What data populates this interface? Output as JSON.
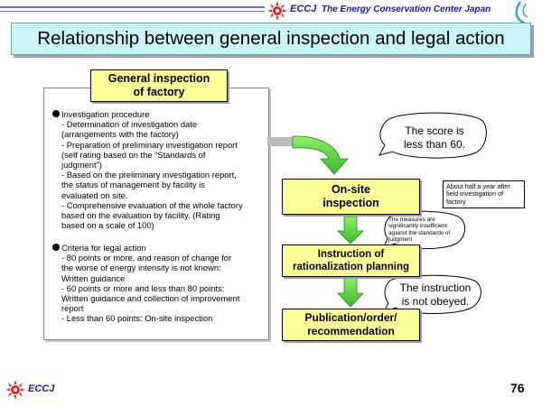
{
  "header": {
    "brand": "ECCJ",
    "organization": "The Energy Conservation Center Japan"
  },
  "title": "Relationship between general inspection and legal action",
  "general_box": {
    "line1": "General inspection",
    "line2": "of factory"
  },
  "procedure": {
    "heading": "Investigation procedure",
    "lines": [
      "- Determination of investigation date",
      "(arrangements with the factory)",
      "- Preparation of preliminary investigation report",
      "(self rating based on the “Standards of",
      "judgment”)",
      "- Based on the preliminary investigation report,",
      "the status of management by facility is",
      "evaluated on site.",
      "- Comprehensive evaluation of the whole factory",
      "based on the evaluation by facility. (Rating",
      "based on a scale of 100)"
    ]
  },
  "criteria": {
    "heading": "Criteria for legal action",
    "lines": [
      "- 80 points or more, and reason of change for",
      "the worse of energy intensity is not known:",
      "Written guidance",
      "- 60 points or more and less than 80 points:",
      "Written guidance and collection of improvement",
      "report",
      "- Less than 60 points: On-site inspection"
    ]
  },
  "flow": {
    "onsite": {
      "line1": "On-site",
      "line2": "inspection"
    },
    "instruction": {
      "line1": "Instruction of",
      "line2": "rationalization planning"
    },
    "publication": {
      "line1": "Publication/order/",
      "line2": "recommendation"
    }
  },
  "bubbles": {
    "score": {
      "line1": "The score is",
      "line2": "less than 60."
    },
    "measures": {
      "line1": "The measures are",
      "line2": "significantly insufficient",
      "line3": "against the standards of",
      "line4": "judgment"
    },
    "instruction": {
      "line1": "The instruction",
      "line2": "is not obeyed."
    }
  },
  "note": {
    "line1": "About half a year after",
    "line2": "field investigation of",
    "line3": "factory"
  },
  "footer": {
    "brand": "ECCJ",
    "page_number": "76"
  },
  "colors": {
    "accent_blue": "#6a78b8",
    "title_bg": "#c9f5f8",
    "box_yellow": "#ffff99",
    "arrow_green": "#66dd44",
    "logo_red": "#e02020"
  }
}
